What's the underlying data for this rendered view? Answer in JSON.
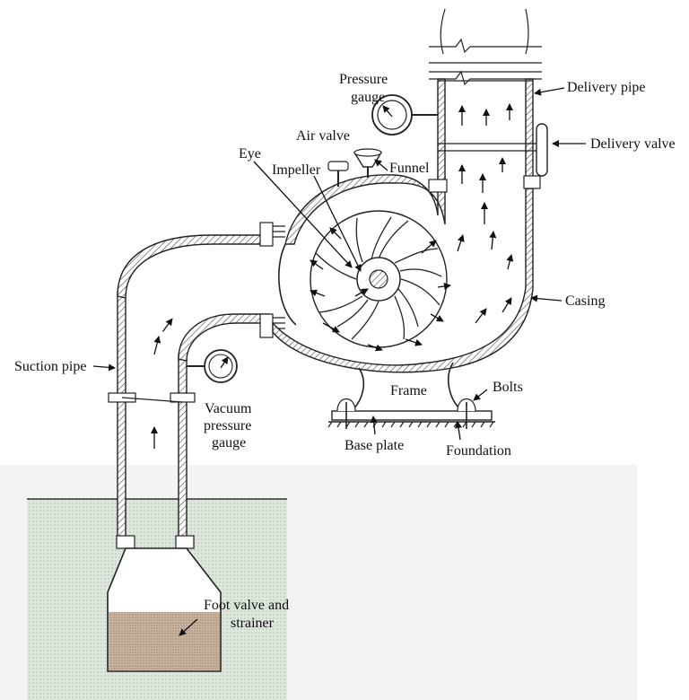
{
  "labels": {
    "pressure_gauge": [
      "Pressure",
      "gauge"
    ],
    "delivery_pipe": "Delivery pipe",
    "delivery_valve": "Delivery valve",
    "air_valve": "Air valve",
    "eye": "Eye",
    "impeller": "Impeller",
    "funnel": "Funnel",
    "casing": "Casing",
    "suction_pipe": "Suction pipe",
    "vacuum_gauge": [
      "Vacuum",
      "pressure",
      "gauge"
    ],
    "frame": "Frame",
    "bolts": "Bolts",
    "base_plate": "Base plate",
    "foundation": "Foundation",
    "foot_valve": [
      "Foot valve and",
      "strainer"
    ]
  },
  "colors": {
    "water": "#dde7dc",
    "sump_fill": "#c9b4a0",
    "line": "#222222"
  }
}
